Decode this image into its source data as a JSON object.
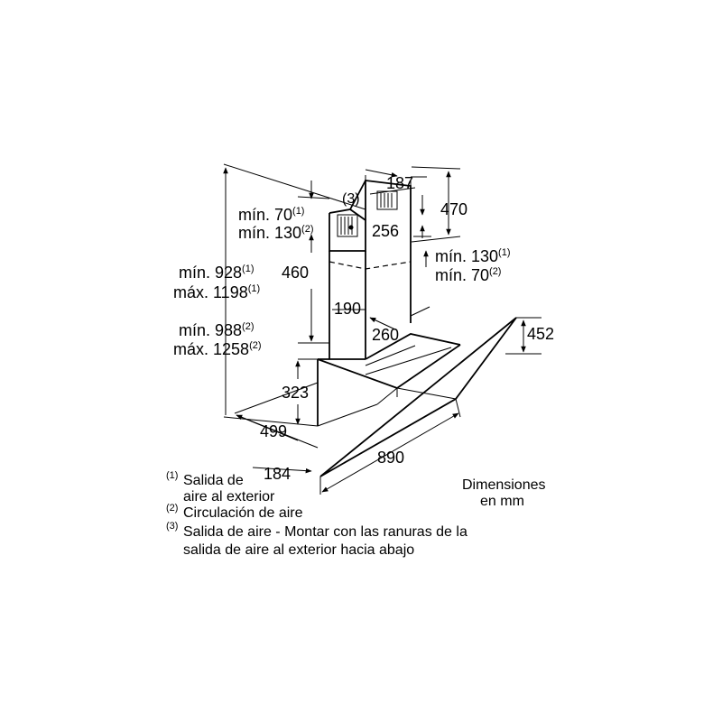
{
  "labels": {
    "d187": "187",
    "d470": "470",
    "d256": "256",
    "d460": "460",
    "d190": "190",
    "d260": "260",
    "d452": "452",
    "d323": "323",
    "d499": "499",
    "d890": "890",
    "d184": "184",
    "n3": "(3)",
    "min70": "mín. 70",
    "min130": "mín. 130",
    "min928": "mín. 928",
    "max1198": "máx. 1198",
    "min988": "mín. 988",
    "max1258": "máx. 1258",
    "rmin130": "mín. 130",
    "rmin70": "mín. 70",
    "sup1": "(1)",
    "sup2": "(2)"
  },
  "units": {
    "line1": "Dimensiones",
    "line2": "en mm"
  },
  "footnotes": [
    {
      "mark": "(1)",
      "lines": [
        "Salida de",
        "aire al exterior"
      ]
    },
    {
      "mark": "(2)",
      "lines": [
        "Circulación de aire"
      ]
    },
    {
      "mark": "(3)",
      "lines": [
        "Salida de aire - Montar con las ranuras de la",
        "salida de aire al exterior hacia abajo"
      ]
    }
  ]
}
